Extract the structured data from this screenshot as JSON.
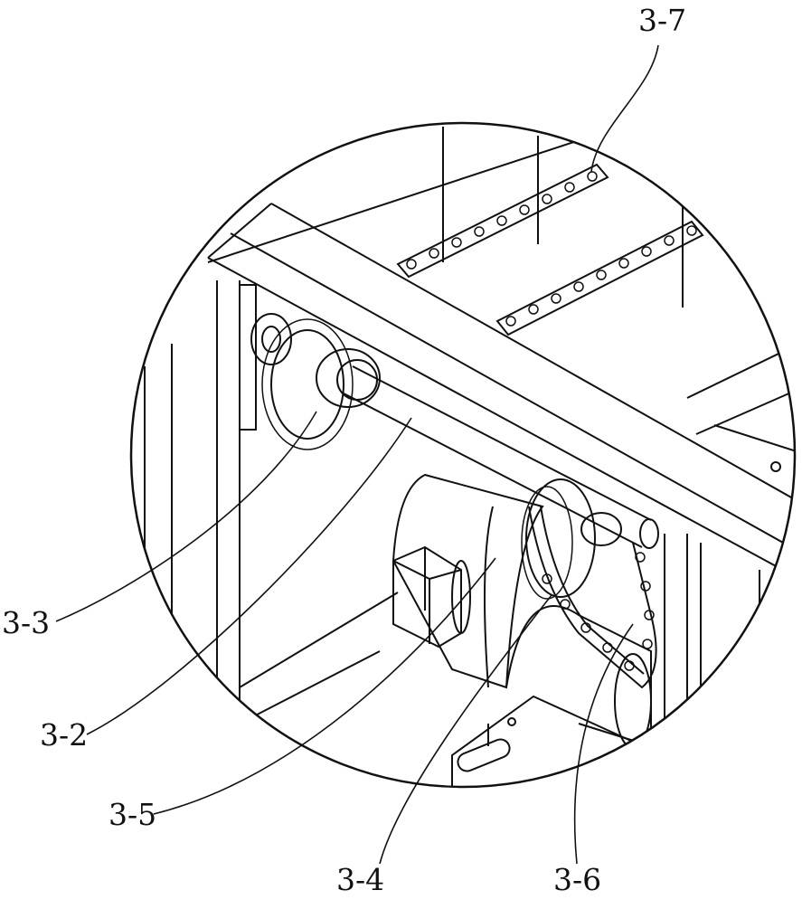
{
  "figure": {
    "labels": {
      "l37": "3-7",
      "l33": "3-3",
      "l32": "3-2",
      "l35": "3-5",
      "l34": "3-4",
      "l36": "3-6"
    }
  },
  "colors": {
    "ink": "#111111",
    "paper": "#ffffff"
  }
}
